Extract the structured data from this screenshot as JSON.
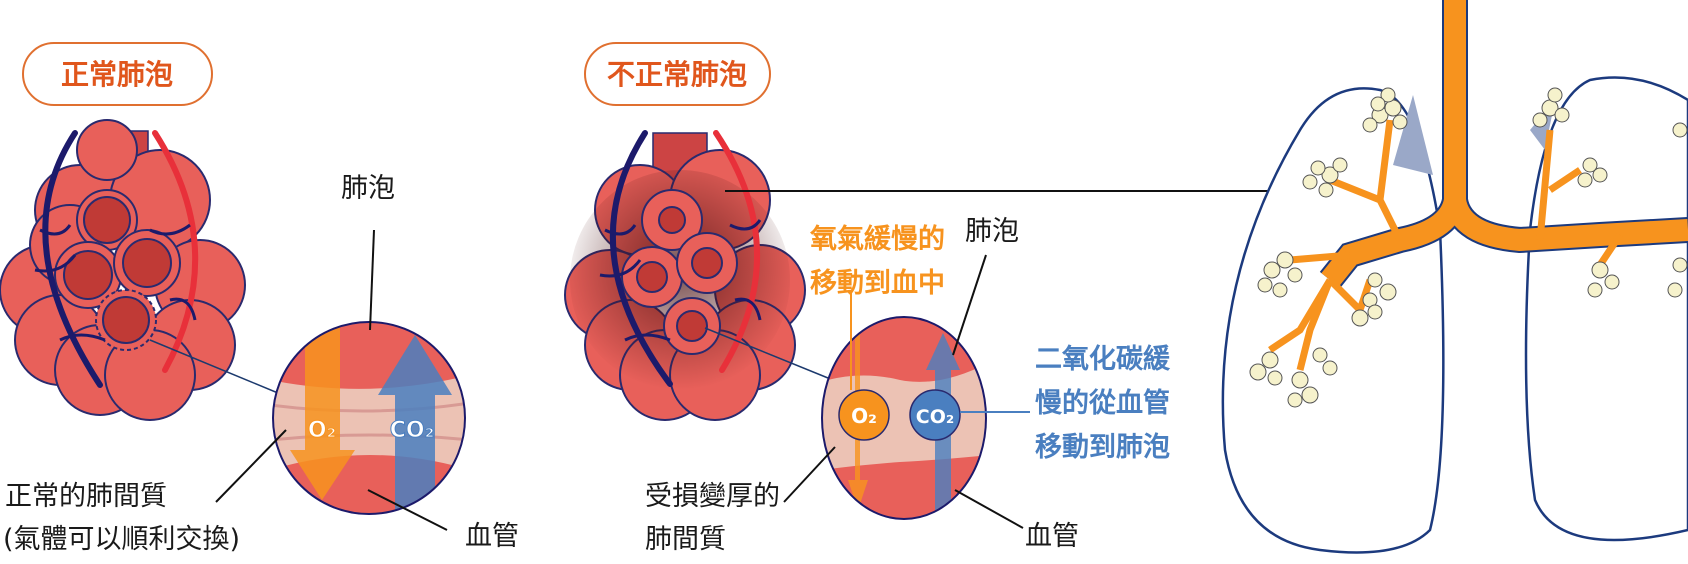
{
  "normal": {
    "title": "正常肺泡",
    "alveolus_label": "肺泡",
    "interstitium_label_1": "正常的肺間質",
    "interstitium_label_2": "(氣體可以順利交換)",
    "vessel_label": "血管",
    "o2": "O₂",
    "co2": "CO₂"
  },
  "abnormal": {
    "title": "不正常肺泡",
    "oxygen_note_1": "氧氣緩慢的",
    "oxygen_note_2": "移動到血中",
    "alveolus_label": "肺泡",
    "co2_note_1": "二氧化碳緩",
    "co2_note_2": "慢的從血管",
    "co2_note_3": "移動到肺泡",
    "interstitium_label_1": "受損變厚的",
    "interstitium_label_2": "肺間質",
    "vessel_label": "血管",
    "o2": "O₂",
    "co2": "CO₂"
  },
  "colors": {
    "title": "#e0561c",
    "oxygen": "#f7931e",
    "co2": "#4a7fc0",
    "alveolus": "#e8605a",
    "vein": "#1c1a6b",
    "artery": "#e8303a"
  }
}
